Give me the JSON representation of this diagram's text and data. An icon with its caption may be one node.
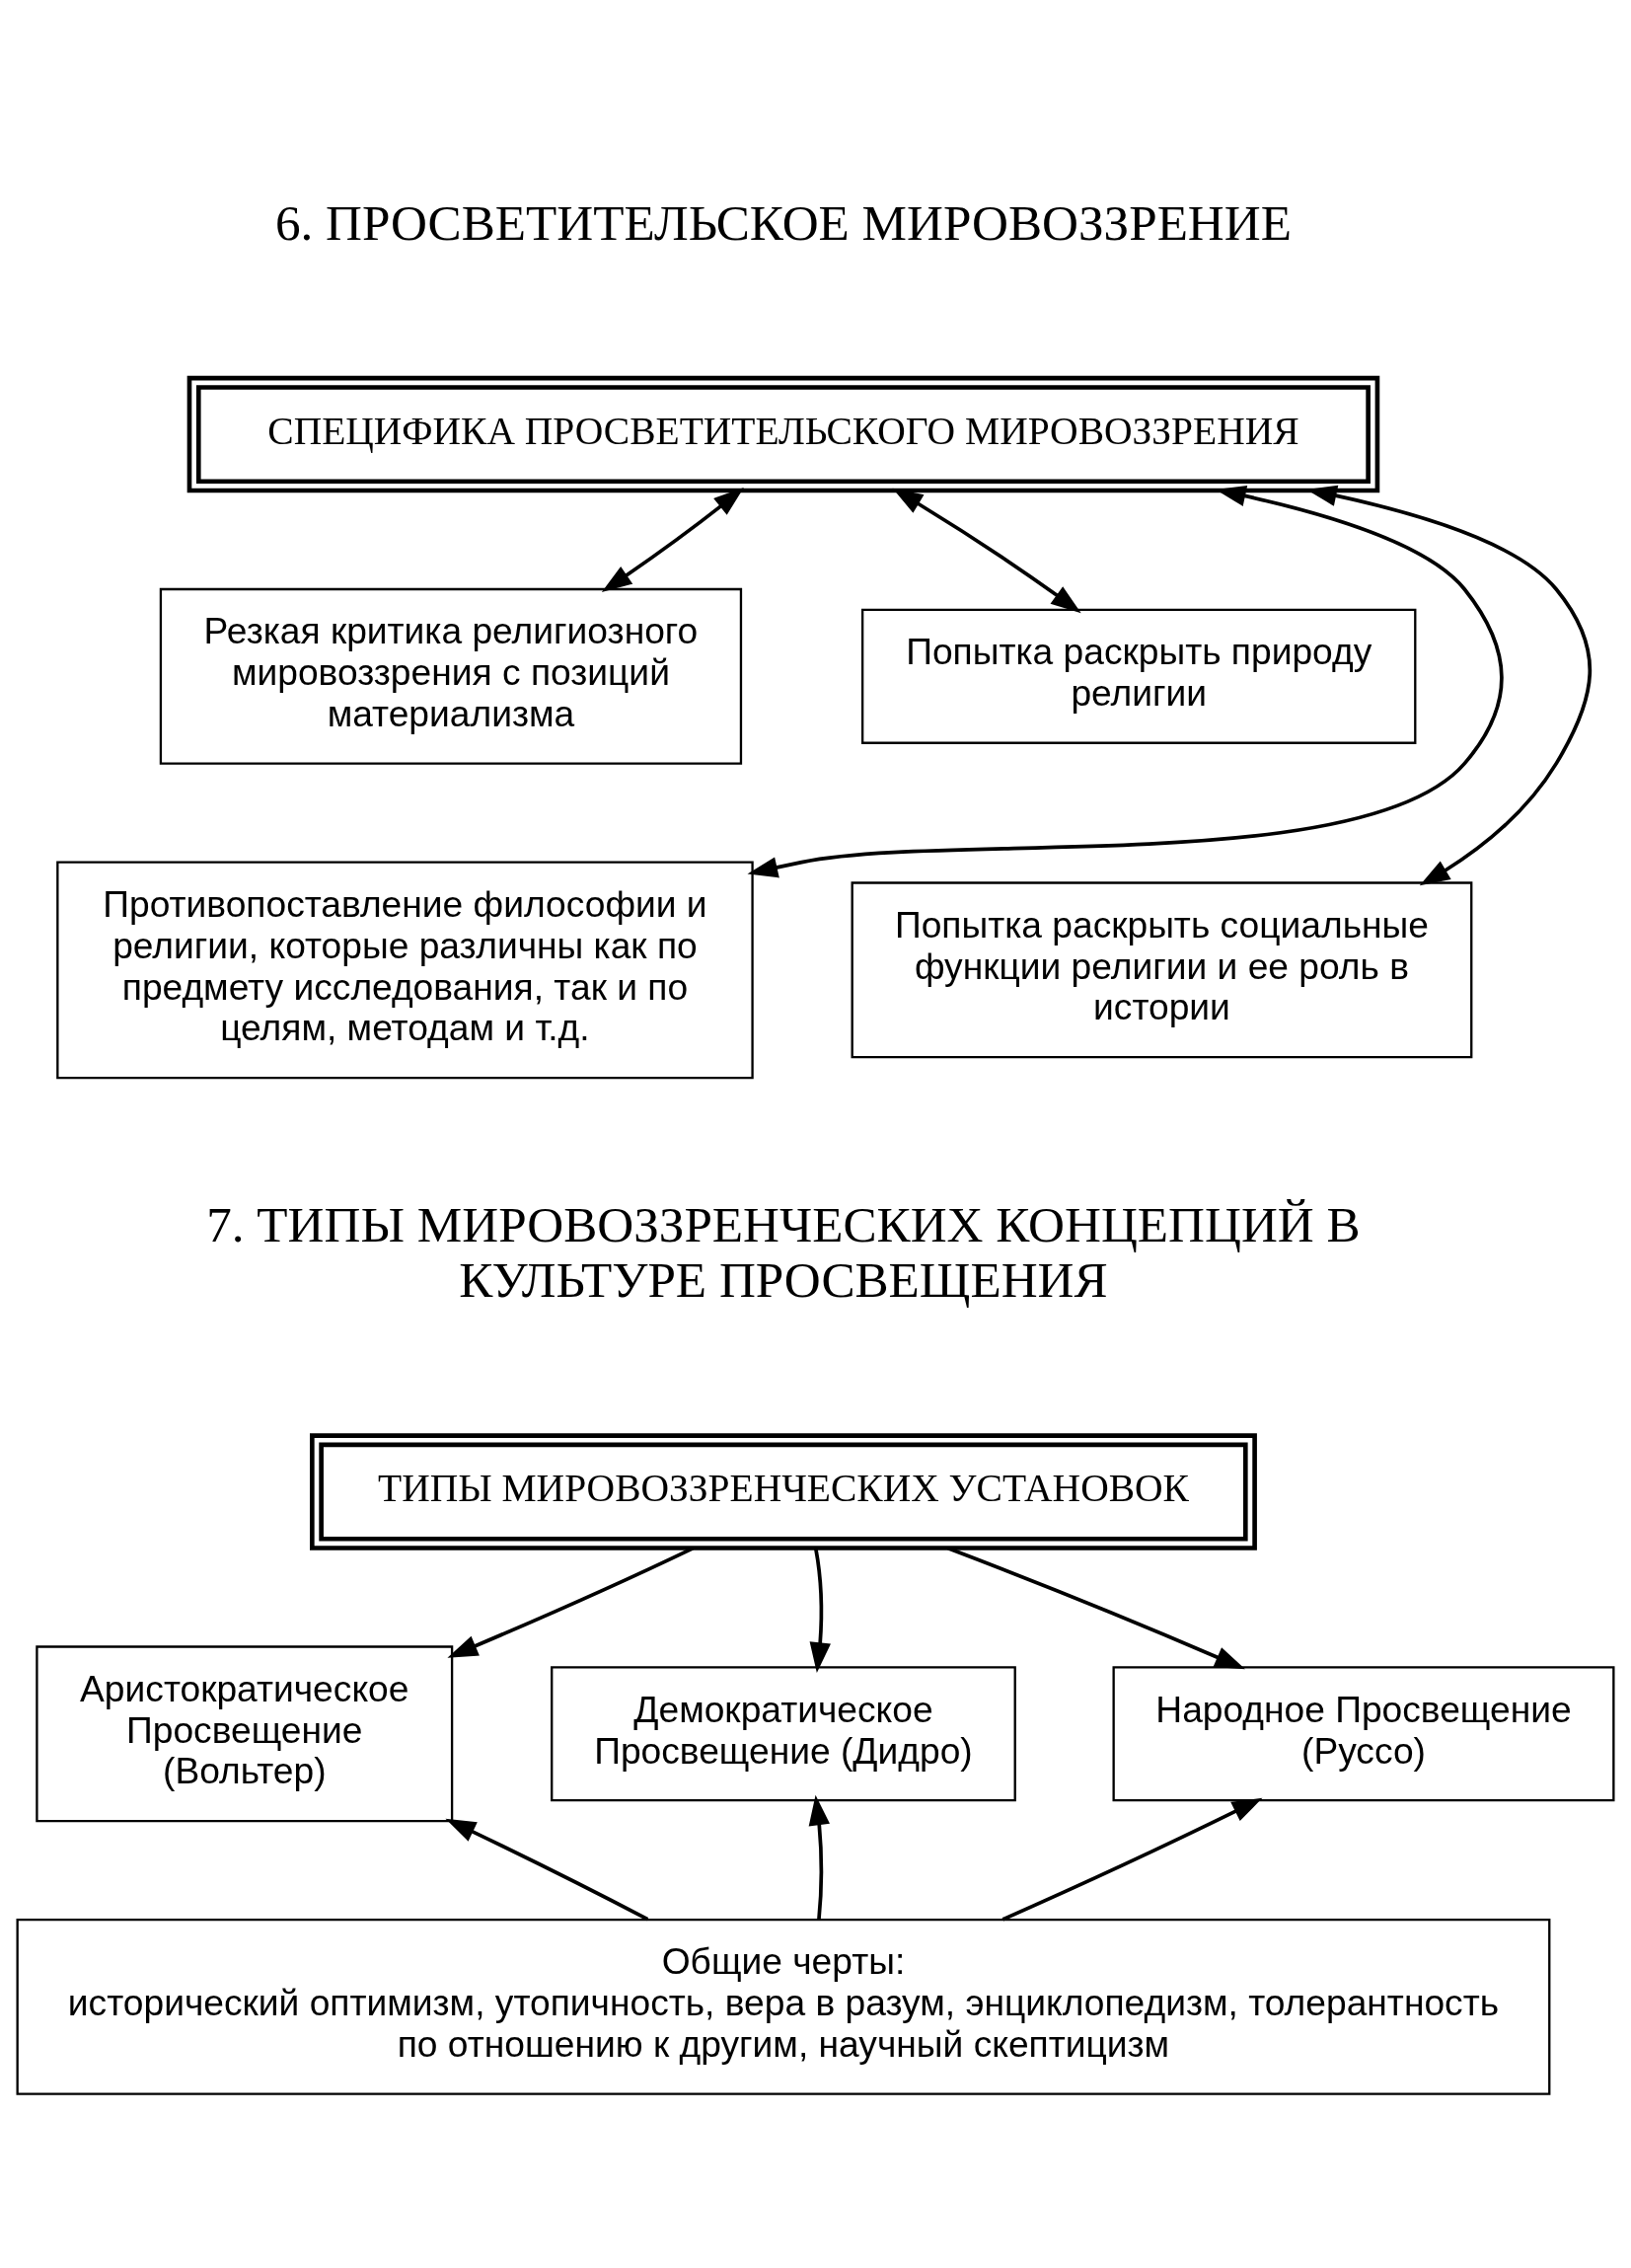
{
  "diagram": {
    "nodes": [
      {
        "text": [
          "СПЕЦИФИКА ПРОСВЕТИТЕЛЬСКОГО МИРОВОЗЗРЕНИЯ"
        ]
      },
      {
        "text": [
          "Резкая критика религиозного мировоззрения с позиций материализма"
        ]
      },
      {
        "text": [
          "Попытка раскрыть природу религии"
        ]
      },
      {
        "text": [
          "Противопоставление философии и религии, которые различны как по предмету исследования, так и по целям, методам и т.д."
        ]
      },
      {
        "text": [
          "Попытка раскрыть социальные функции религии и ее роль в истории"
        ]
      },
      {
        "text": [
          "ТИПЫ МИРОВОЗЗРЕНЧЕСКИХ УСТАНОВОК"
        ]
      },
      {
        "text": [
          "Аристократическое Просвещение (Вольтер)"
        ]
      },
      {
        "text": [
          "Демократическое Просвещение (Дидро)"
        ]
      },
      {
        "text": [
          "Народное Просвещение (Руссо)"
        ]
      },
      {
        "text": [
          "Общие черты:",
          "исторический оптимизм, утопичность, вера в разум, энциклопедизм, толерантность по отношению к другим, научный скептицизм"
        ]
      }
    ],
    "edges": [
      {
        "from": 1,
        "to": 0,
        "arrow": "both"
      },
      {
        "from": 3,
        "to": 0,
        "arrow": "both"
      },
      {
        "from": 2,
        "to": 0,
        "arrow": "both"
      },
      {
        "from": 4,
        "to": 0,
        "arrow": "both"
      },
      {
        "from": 5,
        "to": 6,
        "arrow": "to"
      },
      {
        "from": 5,
        "to": 7,
        "arrow": "to"
      },
      {
        "from": 5,
        "to": 8,
        "arrow": "to"
      },
      {
        "from": 9,
        "to": 6,
        "arrow": "to"
      },
      {
        "from": 9,
        "to": 7,
        "arrow": "to"
      },
      {
        "from": 9,
        "to": 8,
        "arrow": "to"
      }
    ],
    "labels": [
      "6. ПРОСВЕТИТЕЛЬСКОЕ МИРОВОЗЗРЕНИЕ",
      "7. ТИПЫ МИРОВОЗЗРЕНЧЕСКИХ КОНЦЕПЦИЙ В КУЛЬТУРЕ ПРОСВЕЩЕНИЯ"
    ]
  }
}
